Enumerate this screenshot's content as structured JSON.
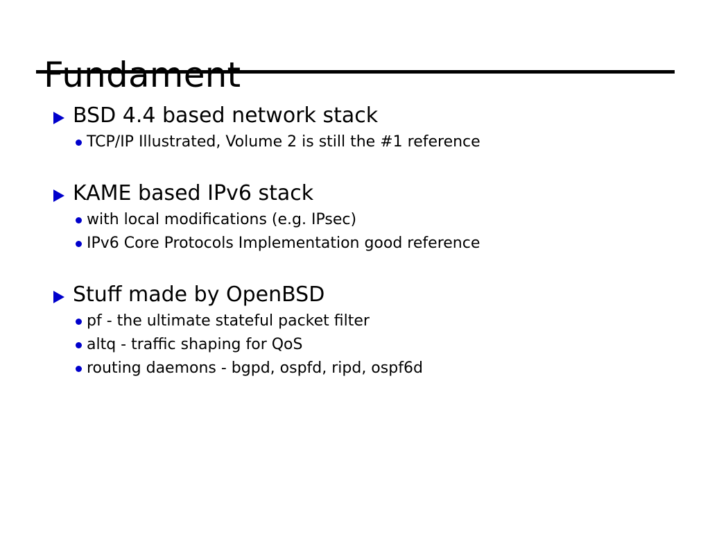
{
  "slide": {
    "title": "Fundament",
    "accent_color": "#0000cc",
    "text_color": "#000000",
    "background_color": "#ffffff",
    "rule_color": "#000000",
    "level1_marker_icon": "triangle-right-bullet-icon",
    "level2_marker_icon": "dot-bullet-icon",
    "groups": [
      {
        "heading": "BSD 4.4 based network stack",
        "items": [
          "TCP/IP Illustrated, Volume 2 is still the #1 reference"
        ]
      },
      {
        "heading": "KAME based IPv6 stack",
        "items": [
          "with local modifications (e.g. IPsec)",
          "IPv6 Core Protocols Implementation good reference"
        ]
      },
      {
        "heading": "Stuff made by OpenBSD",
        "items": [
          "pf - the ultimate stateful packet filter",
          "altq - traffic shaping for QoS",
          "routing daemons - bgpd, ospfd, ripd, ospf6d"
        ]
      }
    ]
  }
}
